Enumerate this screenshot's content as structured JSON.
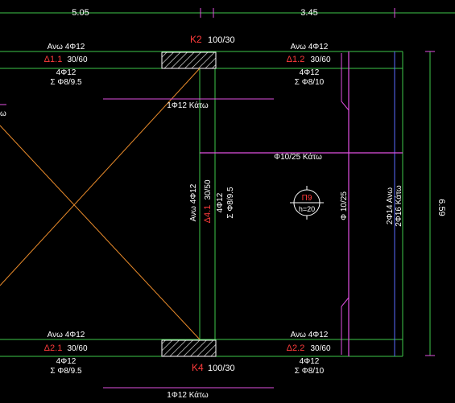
{
  "dimensions": {
    "left_span": "5.05",
    "right_span": "3.45",
    "height": "6.59"
  },
  "columns": {
    "k2": {
      "id": "K2",
      "size": "100/30"
    },
    "k4": {
      "id": "K4",
      "size": "100/30"
    }
  },
  "beams": {
    "d11": {
      "top": "Ανω 4Φ12",
      "id": "Δ1.1",
      "size": "30/60",
      "bottom": "4Φ12",
      "stirrups": "Σ Φ8/9.5"
    },
    "d12": {
      "top": "Ανω 4Φ12",
      "id": "Δ1.2",
      "size": "30/60",
      "bottom": "4Φ12",
      "stirrups": "Σ Φ8/10"
    },
    "d21": {
      "top": "Ανω 4Φ12",
      "id": "Δ2.1",
      "size": "30/60",
      "bottom": "4Φ12",
      "stirrups": "Σ Φ8/9.5"
    },
    "d22": {
      "top": "Ανω 4Φ12",
      "id": "Δ2.2",
      "size": "30/60",
      "bottom": "4Φ12",
      "stirrups": "Σ Φ8/10"
    },
    "d41": {
      "top": "Ανω 4Φ12",
      "id": "Δ4.1",
      "size": "30/50",
      "bottom": "4Φ12",
      "stirrups": "Σ Φ8/9.5"
    }
  },
  "rebar": {
    "upper_bottom_bar": "1Φ12 Κάτω",
    "lower_bottom_bar": "1Φ12 Κάτω",
    "horizontal_mesh": "Φ10/25 Κάτω",
    "vertical_mesh": "Φ 10/25",
    "edge_top": "2Φ14 Ανω",
    "edge_bottom": "2Φ16 Κάτω"
  },
  "slab": {
    "id": "Π9",
    "thickness": "h=20"
  },
  "colors": {
    "green": "#3ec84a",
    "magenta": "#e14fe1",
    "red": "#ff3b3b",
    "orange": "#e88a2a",
    "white": "#ffffff",
    "blue": "#5a6cff"
  }
}
